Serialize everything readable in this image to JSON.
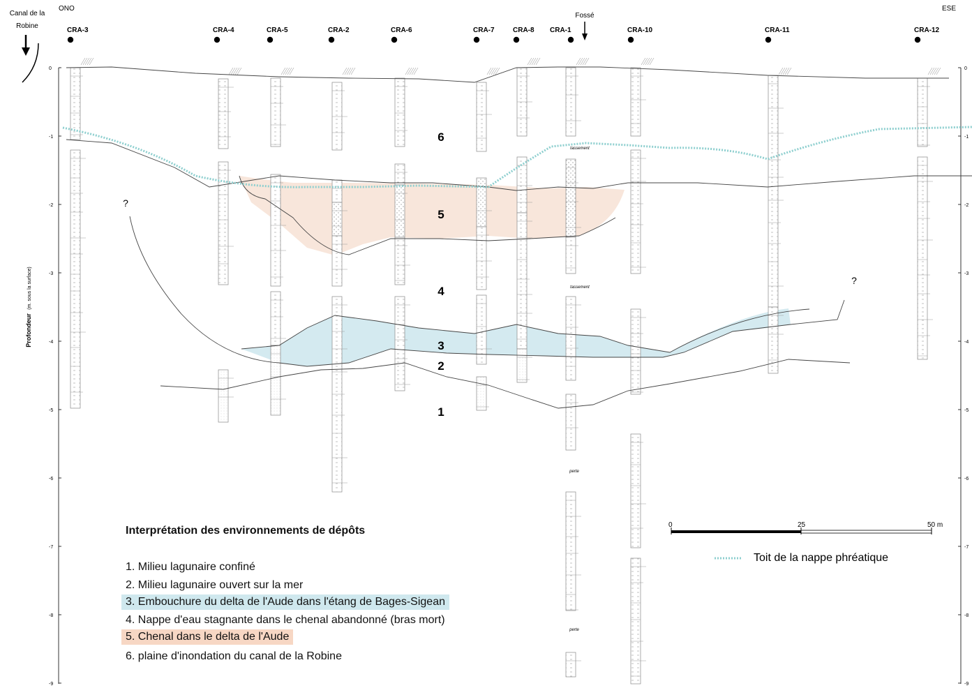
{
  "header": {
    "left_direction": "ONO",
    "right_direction": "ESE",
    "canal_label": "Canal de la Robine",
    "fosse_label": "Fossé"
  },
  "boreholes": [
    "CRA-3",
    "CRA-4",
    "CRA-5",
    "CRA-2",
    "CRA-6",
    "CRA-7",
    "CRA-8",
    "CRA-1",
    "CRA-10",
    "CRA-11",
    "CRA-12"
  ],
  "axis": {
    "label_main": "Profondeur",
    "label_sub": "(m. sous la surface)",
    "ticks": [
      "0",
      "-1",
      "-2",
      "-3",
      "-4",
      "-5",
      "-6",
      "-7",
      "-8",
      "-9"
    ]
  },
  "units": [
    "1",
    "2",
    "3",
    "4",
    "5",
    "6"
  ],
  "annotations": {
    "tassement": "tassement",
    "perte": "perte",
    "question": "?"
  },
  "scale": {
    "start": "0",
    "mid": "25",
    "end": "50 m"
  },
  "water_table_legend": "Toit de la nappe phréatique",
  "legend": {
    "title": "Interprétation des environnements de dépôts",
    "items": [
      "1. Milieu lagunaire confiné",
      "2. Milieu lagunaire ouvert sur la mer",
      "3. Embouchure du delta de l'Aude dans l'étang de Bages-Sigean",
      "4. Nappe d'eau stagnante dans le chenal abandonné (bras mort)",
      "5. Chenal dans le delta de l'Aude",
      "6. plaine d'inondation du canal de la Robine"
    ]
  },
  "colors": {
    "unit3_fill": "#cfe8ee",
    "unit5_fill": "#f7e2d5",
    "water_table": "#8ecfcf"
  }
}
